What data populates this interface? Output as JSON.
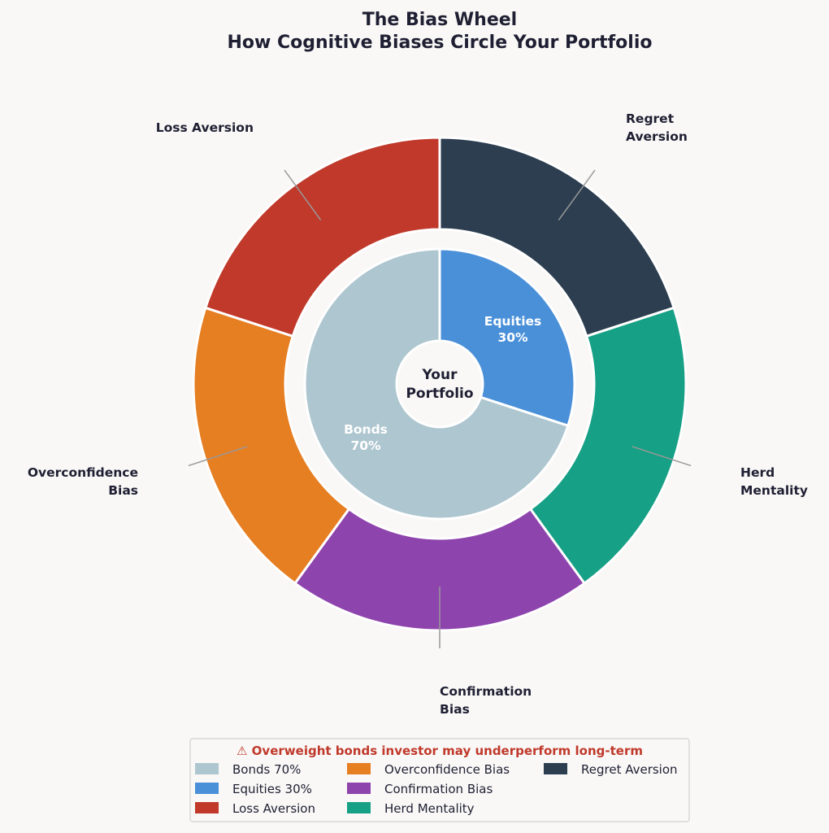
{
  "chart_data": {
    "type": "pie",
    "title_lines": [
      "The Bias Wheel",
      "How Cognitive Biases Circle Your Portfolio"
    ],
    "center_label_lines": [
      "Your",
      "Portfolio"
    ],
    "inner": {
      "slices": [
        {
          "name": "Equities",
          "value": 30,
          "label_lines": [
            "Equities",
            "30%"
          ],
          "color": "#4a90d9"
        },
        {
          "name": "Bonds",
          "value": 70,
          "label_lines": [
            "Bonds",
            "70%"
          ],
          "color": "#aec6cf"
        }
      ]
    },
    "outer": {
      "slices": [
        {
          "name": "Regret Aversion",
          "value": 1,
          "label_lines": [
            "Regret",
            "Aversion"
          ],
          "color": "#2c3e50"
        },
        {
          "name": "Herd Mentality",
          "value": 1,
          "label_lines": [
            "Herd",
            "Mentality"
          ],
          "color": "#16a085"
        },
        {
          "name": "Confirmation Bias",
          "value": 1,
          "label_lines": [
            "Confirmation",
            "Bias"
          ],
          "color": "#8e44ad"
        },
        {
          "name": "Overconfidence Bias",
          "value": 1,
          "label_lines": [
            "Overconfidence",
            "Bias"
          ],
          "color": "#e67e22"
        },
        {
          "name": "Loss Aversion",
          "value": 1,
          "label_lines": [
            "Loss Aversion"
          ],
          "color": "#c0392b"
        }
      ]
    },
    "legend": {
      "placement": "bottom-center",
      "title": "⚠  Overweight bonds investor may underperform long-term",
      "entries": [
        {
          "label": "Bonds 70%",
          "color": "#aec6cf"
        },
        {
          "label": "Equities 30%",
          "color": "#4a90d9"
        },
        {
          "label": "Loss Aversion",
          "color": "#c0392b"
        },
        {
          "label": "Overconfidence Bias",
          "color": "#e67e22"
        },
        {
          "label": "Confirmation Bias",
          "color": "#8e44ad"
        },
        {
          "label": "Herd Mentality",
          "color": "#16a085"
        },
        {
          "label": "Regret Aversion",
          "color": "#2c3e50"
        }
      ]
    }
  }
}
